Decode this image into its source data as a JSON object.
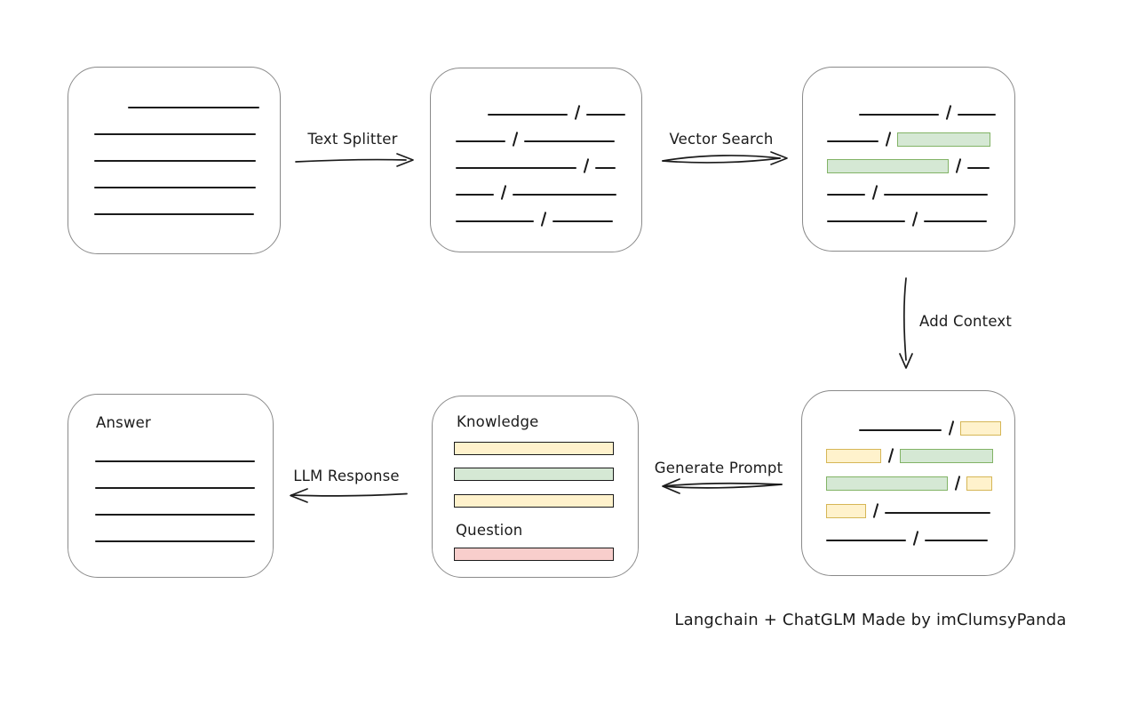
{
  "colors": {
    "ink": "#1b1b1b",
    "box_border": "#8a8a8a",
    "yellow_fill": "#fff2cc",
    "yellow_border": "#d6b656",
    "green_fill": "#d5e8d4",
    "green_border": "#82b366",
    "red_fill": "#f8cecc",
    "red_border": "#b85450"
  },
  "labels": {
    "text_splitter": "Text Splitter",
    "vector_search": "Vector Search",
    "add_context": "Add Context",
    "generate_prompt": "Generate Prompt",
    "llm_response": "LLM Response"
  },
  "boxes": {
    "document": {
      "rows": [
        [
          {
            "t": "gap",
            "w": 32
          },
          {
            "t": "line",
            "w": 148
          }
        ],
        [
          {
            "t": "line",
            "w": 182
          }
        ],
        [
          {
            "t": "line",
            "w": 182
          }
        ],
        [
          {
            "t": "line",
            "w": 182
          }
        ],
        [
          {
            "t": "line",
            "w": 180
          }
        ]
      ]
    },
    "split_text": {
      "rows": [
        [
          {
            "t": "gap",
            "w": 30
          },
          {
            "t": "line",
            "w": 90
          },
          {
            "t": "slash"
          },
          {
            "t": "line",
            "w": 44
          }
        ],
        [
          {
            "t": "line",
            "w": 56
          },
          {
            "t": "slash"
          },
          {
            "t": "line",
            "w": 102
          }
        ],
        [
          {
            "t": "line",
            "w": 136
          },
          {
            "t": "slash"
          },
          {
            "t": "line",
            "w": 23
          }
        ],
        [
          {
            "t": "line",
            "w": 43
          },
          {
            "t": "slash"
          },
          {
            "t": "line",
            "w": 117
          }
        ],
        [
          {
            "t": "line",
            "w": 88
          },
          {
            "t": "slash"
          },
          {
            "t": "line",
            "w": 68
          }
        ]
      ]
    },
    "matched_chunks": {
      "rows": [
        [
          {
            "t": "gap",
            "w": 30
          },
          {
            "t": "line",
            "w": 90
          },
          {
            "t": "slash"
          },
          {
            "t": "line",
            "w": 43
          }
        ],
        [
          {
            "t": "line",
            "w": 58
          },
          {
            "t": "slash"
          },
          {
            "t": "chunk",
            "c": "green",
            "w": 103
          }
        ],
        [
          {
            "t": "chunk",
            "c": "green",
            "w": 135
          },
          {
            "t": "slash"
          },
          {
            "t": "line",
            "w": 25
          }
        ],
        [
          {
            "t": "line",
            "w": 43
          },
          {
            "t": "slash"
          },
          {
            "t": "line",
            "w": 117
          }
        ],
        [
          {
            "t": "line",
            "w": 88
          },
          {
            "t": "slash"
          },
          {
            "t": "line",
            "w": 71
          }
        ]
      ]
    },
    "context_chunks": {
      "rows": [
        [
          {
            "t": "gap",
            "w": 31
          },
          {
            "t": "line",
            "w": 93
          },
          {
            "t": "slash"
          },
          {
            "t": "chunk",
            "c": "yellow",
            "w": 44
          }
        ],
        [
          {
            "t": "chunk",
            "c": "yellow",
            "w": 60
          },
          {
            "t": "slash"
          },
          {
            "t": "chunk",
            "c": "green",
            "w": 103
          }
        ],
        [
          {
            "t": "chunk",
            "c": "green",
            "w": 135
          },
          {
            "t": "slash"
          },
          {
            "t": "chunk",
            "c": "yellow",
            "w": 27
          }
        ],
        [
          {
            "t": "chunk",
            "c": "yellow",
            "w": 43
          },
          {
            "t": "slash"
          },
          {
            "t": "line",
            "w": 119
          }
        ],
        [
          {
            "t": "line",
            "w": 90
          },
          {
            "t": "slash"
          },
          {
            "t": "line",
            "w": 71
          }
        ]
      ]
    },
    "prompt": {
      "knowledge_label": "Knowledge",
      "question_label": "Question",
      "bars": [
        "yellow",
        "green",
        "yellow"
      ],
      "question_bar": "red"
    },
    "answer": {
      "title": "Answer",
      "rows": [
        [
          {
            "t": "line",
            "w": 180
          }
        ],
        [
          {
            "t": "line",
            "w": 180
          }
        ],
        [
          {
            "t": "line",
            "w": 180
          }
        ],
        [
          {
            "t": "line",
            "w": 180
          }
        ]
      ]
    }
  },
  "caption": "Langchain + ChatGLM Made by imClumsyPanda"
}
